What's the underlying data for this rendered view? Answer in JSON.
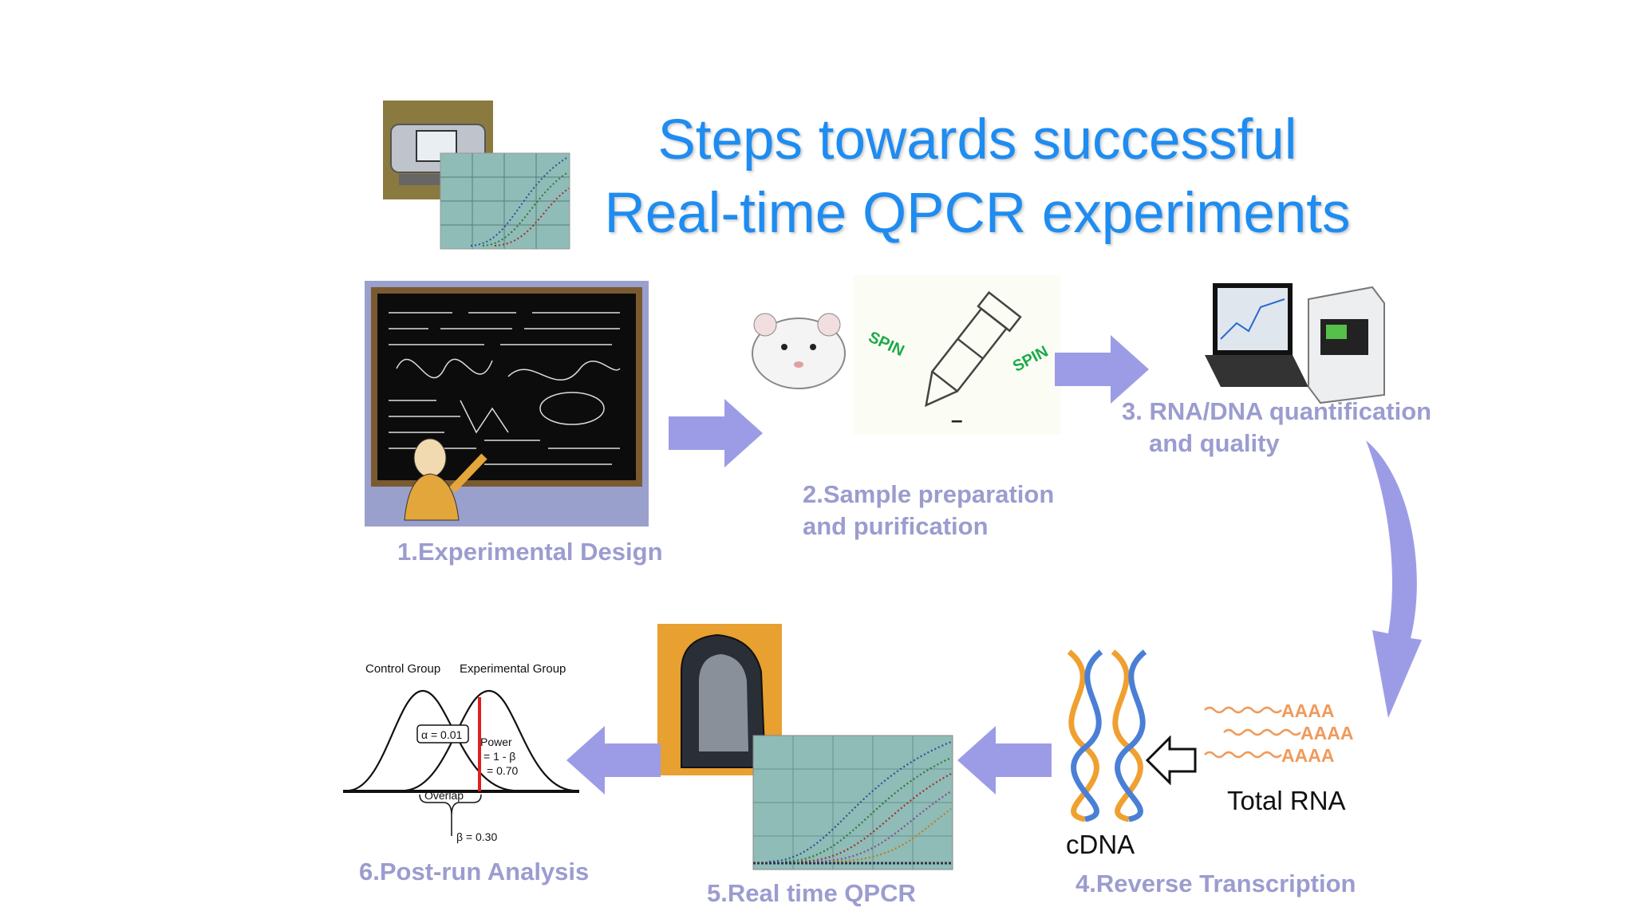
{
  "title": {
    "line1": "Steps towards successful",
    "line2": "Real-time QPCR experiments"
  },
  "steps": {
    "step1": "1.Experimental Design",
    "step2_line1": "2.Sample preparation",
    "step2_line2": "and purification",
    "step3_line1": "3. RNA/DNA quantification",
    "step3_line2": "and quality",
    "step4": "4.Reverse Transcription",
    "step5": "5.Real time QPCR",
    "step6": "6.Post-run Analysis"
  },
  "tube": {
    "spin_left": "SPIN",
    "spin_right": "SPIN",
    "minus": "–"
  },
  "rt": {
    "cdna_label": "cDNA",
    "total_rna_label": "Total RNA",
    "polya": [
      "AAAA",
      "AAAA",
      "AAAA"
    ]
  },
  "analysis": {
    "control_group": "Control Group",
    "experimental_group": "Experimental Group",
    "alpha": "α = 0.01",
    "power_line1": "Power",
    "power_line2": "= 1 - β",
    "power_line3": "= 0.70",
    "overlap": "Overlap",
    "beta": "β = 0.30"
  },
  "colors": {
    "title": "#1e8cf0",
    "step_label": "#9b9ccf",
    "arrow": "#9c9ce6",
    "plot_bg": "#8fbcb6",
    "polya": "#f09a5a",
    "dna_orange": "#f0a030",
    "dna_blue": "#4a7fd6"
  }
}
